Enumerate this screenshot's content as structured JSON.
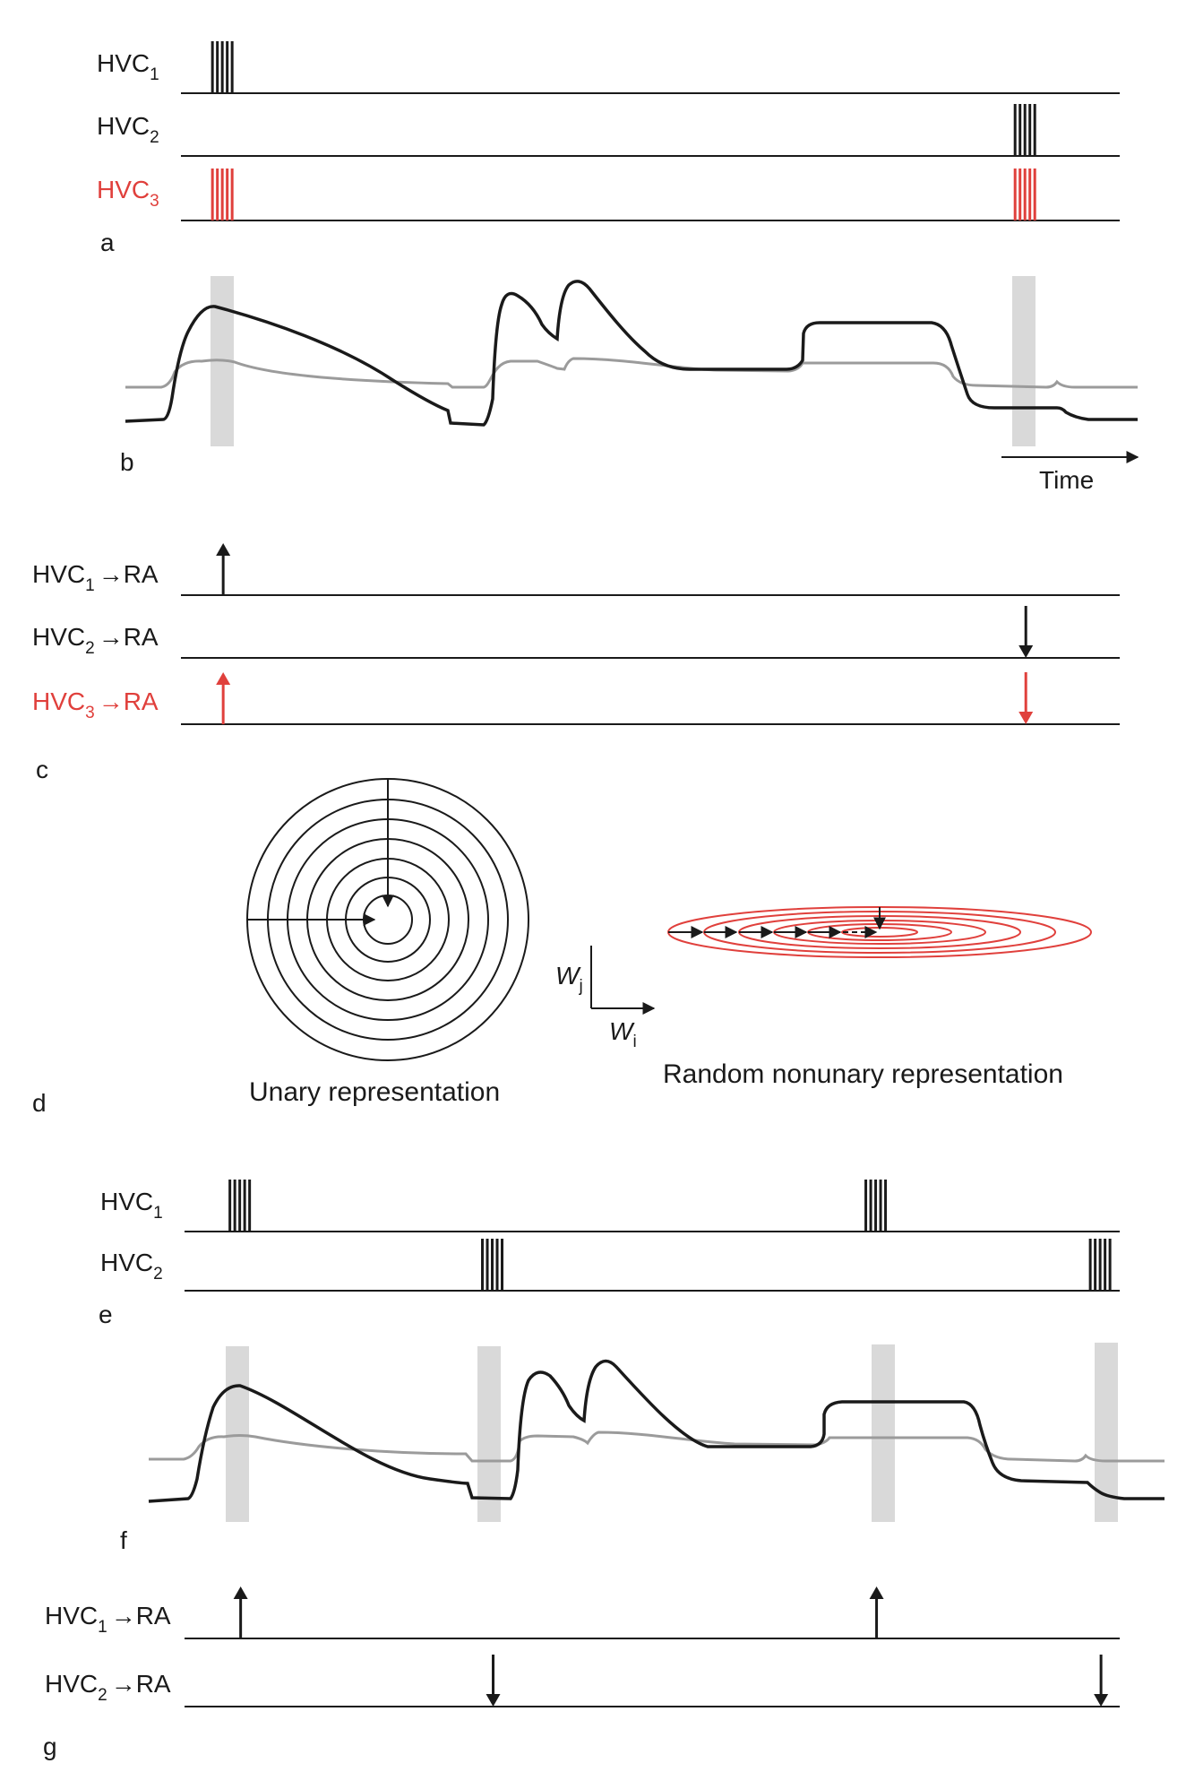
{
  "colors": {
    "black": "#1a1a1a",
    "red": "#e0403c",
    "gray_trace": "#9b9b9b",
    "gray_band": "#d9d9d9"
  },
  "panel_labels": {
    "a": "a",
    "b": "b",
    "c": "c",
    "d": "d",
    "e": "e",
    "f": "f",
    "g": "g"
  },
  "neuron": {
    "base": "HVC",
    "idx1": "1",
    "idx2": "2",
    "idx3": "3"
  },
  "arrow_glyph": "→",
  "target": "RA",
  "time_label": "Time",
  "unary_caption": "Unary representation",
  "nonunary_caption": "Random nonunary representation",
  "axes_d": {
    "wj_main": "W",
    "wj_sub": "j",
    "wi_main": "W",
    "wi_sub": "i"
  },
  "panel_a": {
    "rows": [
      {
        "neuron": 1,
        "color": "black",
        "burst_times": [
          0.045
        ]
      },
      {
        "neuron": 2,
        "color": "black",
        "burst_times": [
          0.9
        ]
      },
      {
        "neuron": 3,
        "color": "red",
        "burst_times": [
          0.045,
          0.9
        ]
      }
    ]
  },
  "panel_c": {
    "rows": [
      {
        "neuron": 1,
        "color": "black",
        "changes": [
          {
            "t": 0.045,
            "dir": "up"
          }
        ]
      },
      {
        "neuron": 2,
        "color": "black",
        "changes": [
          {
            "t": 0.9,
            "dir": "down"
          }
        ]
      },
      {
        "neuron": 3,
        "color": "red",
        "changes": [
          {
            "t": 0.045,
            "dir": "up"
          },
          {
            "t": 0.9,
            "dir": "down"
          }
        ]
      }
    ]
  },
  "panel_e": {
    "rows": [
      {
        "neuron": 1,
        "color": "black",
        "burst_times": [
          0.06,
          0.74
        ]
      },
      {
        "neuron": 2,
        "color": "black",
        "burst_times": [
          0.33,
          0.98
        ]
      }
    ]
  },
  "panel_g": {
    "rows": [
      {
        "neuron": 1,
        "color": "black",
        "changes": [
          {
            "t": 0.06,
            "dir": "up"
          },
          {
            "t": 0.74,
            "dir": "up"
          }
        ]
      },
      {
        "neuron": 2,
        "color": "black",
        "changes": [
          {
            "t": 0.33,
            "dir": "down"
          },
          {
            "t": 0.98,
            "dir": "down"
          }
        ]
      }
    ]
  },
  "panel_b_highlights": [
    0.045,
    0.9
  ],
  "panel_f_highlights": [
    0.06,
    0.33,
    0.74,
    0.98
  ]
}
